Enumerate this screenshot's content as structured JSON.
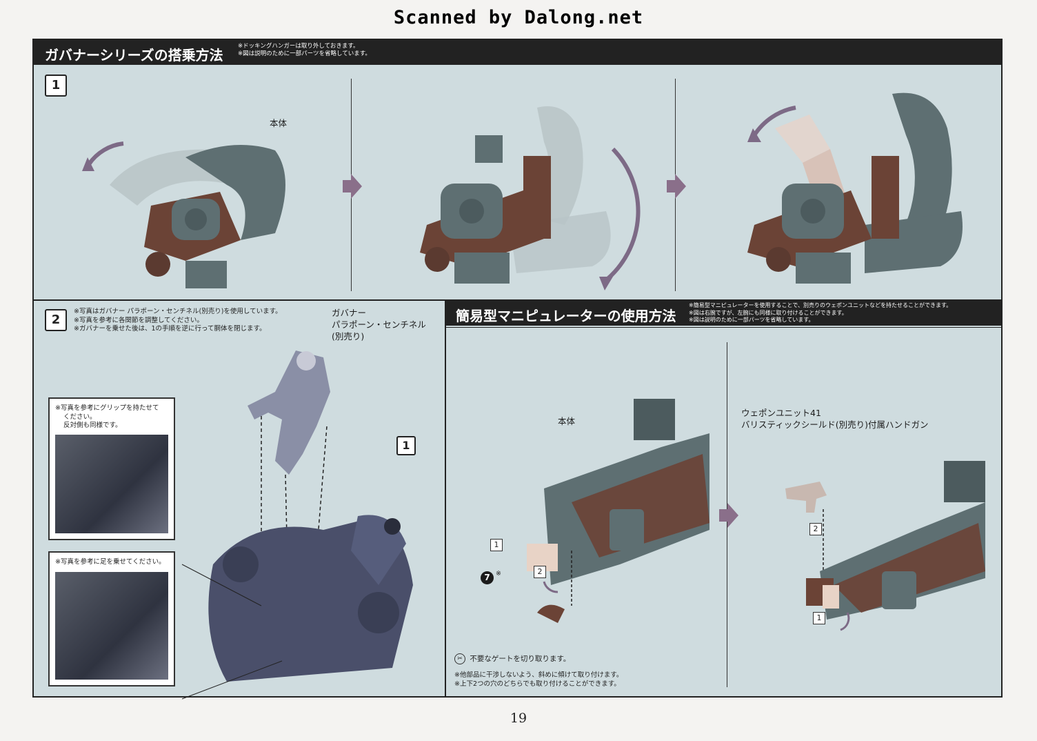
{
  "watermark": "Scanned by Dalong.net",
  "section1": {
    "title": "ガバナーシリーズの搭乗方法",
    "notes": [
      "※ドッキングハンガーは取り外しておきます。",
      "※図は説明のために一部パーツを省略しています。"
    ],
    "step": "1",
    "body_label": "本体"
  },
  "section2": {
    "step": "2",
    "notes": [
      "※写真はガバナー パラポーン・センチネル(別売り)を使用しています。",
      "※写真を参考に各関節を調整してください。",
      "※ガバナーを乗せた後は、1の手順を逆に行って胴体を閉じます。"
    ],
    "figure_label": [
      "ガバナー",
      "パラポーン・センチネル",
      "(別売り)"
    ],
    "photo1_note": [
      "※写真を参考にグリップを持たせて",
      "ください。",
      "反対側も同様です。"
    ],
    "photo2_note": [
      "※写真を参考に足を乗せてください。"
    ],
    "ref_step": "1"
  },
  "section3": {
    "title": "簡易型マニピュレーターの使用方法",
    "notes": [
      "※簡易型マニピュレーターを使用することで、別売りのウェポンユニットなどを持たせることができます。",
      "※図は右腕ですが、左腕にも同様に取り付けることができます。",
      "※図は説明のために一部パーツを省略しています。"
    ],
    "body_label": "本体",
    "weapon_label": [
      "ウェポンユニット41",
      "バリスティックシールド(別売り)付属ハンドガン"
    ],
    "steps": [
      "1",
      "2",
      "2",
      "1"
    ],
    "part_number": "7",
    "part_mark": "※",
    "footer_gate": "不要なゲートを切り取ります。",
    "footer_notes": [
      "※他部品に干渉しないよう、斜めに傾けて取り付けます。",
      "※上下2つの穴のどちらでも取り付けることができます。"
    ]
  },
  "page_number": "19",
  "colors": {
    "panel": "#cfdcdf",
    "header": "#222222",
    "part_grey": "#5e6f72",
    "part_brown": "#6b4336",
    "arrow": "#8a6f8a"
  }
}
